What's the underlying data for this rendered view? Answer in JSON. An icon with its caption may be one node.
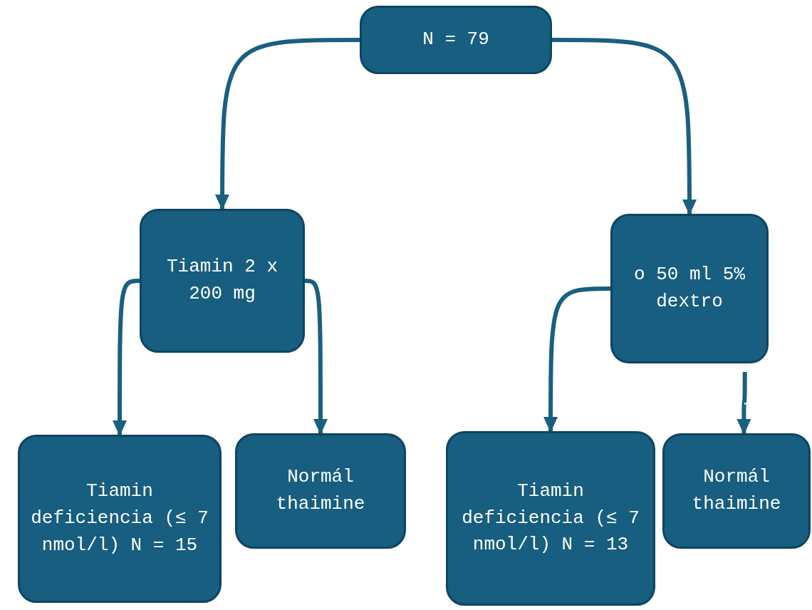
{
  "diagram": {
    "nodes": [
      {
        "text": [
          "N = 79"
        ]
      },
      {
        "text": [
          "Tiamin 2 x 200 mg"
        ]
      },
      {
        "text": [
          "o 50 ml 5% dextro"
        ]
      },
      {
        "text": [
          "Tiamin deficiencia (≤ 7 nmol/l) N = 15"
        ]
      },
      {
        "text": [
          "Normál thaimine"
        ]
      },
      {
        "text": [
          "Tiamin deficiencia (≤ 7 nmol/l) N = 13"
        ]
      },
      {
        "text": [
          "Normál thaimine"
        ]
      }
    ],
    "edges": [
      {
        "from": 0,
        "to": 1,
        "arrow": "to"
      },
      {
        "from": 0,
        "to": 2,
        "arrow": "to"
      },
      {
        "from": 1,
        "to": 3,
        "arrow": "to"
      },
      {
        "from": 1,
        "to": 4,
        "arrow": "to"
      },
      {
        "from": 2,
        "to": 5,
        "arrow": "to"
      },
      {
        "from": 2,
        "to": 6,
        "arrow": "to"
      }
    ]
  }
}
